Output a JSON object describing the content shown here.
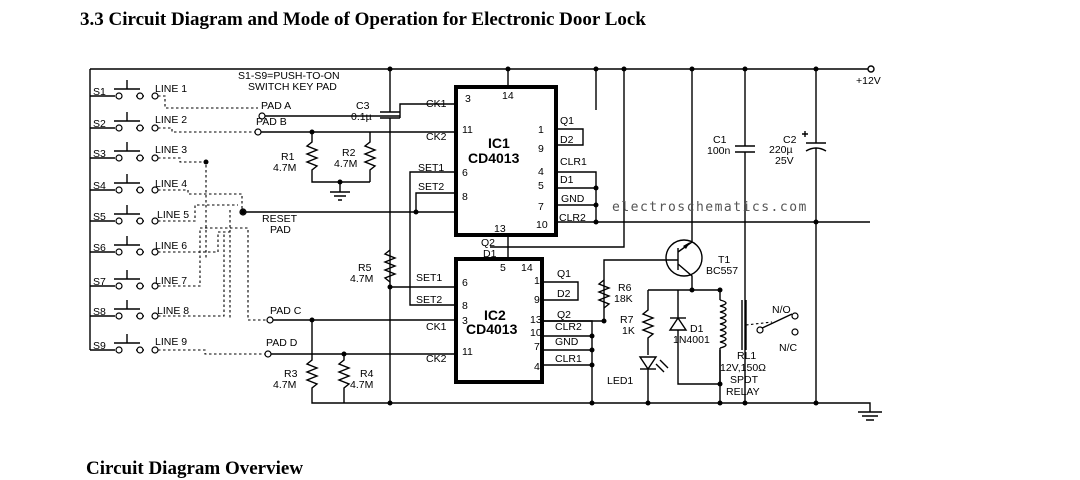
{
  "page": {
    "heading": "3.3 Circuit Diagram and Mode of Operation for Electronic Door Lock",
    "subheading": "Circuit Diagram Overview"
  },
  "diagram": {
    "watermark": "electroschematics.com",
    "supply": "+12V",
    "keypad": {
      "note_line1": "S1-S9=PUSH-TO-ON",
      "note_line2": "SWITCH KEY PAD",
      "switches": [
        "S1",
        "S2",
        "S3",
        "S4",
        "S5",
        "S6",
        "S7",
        "S8",
        "S9"
      ],
      "lines": [
        "LINE 1",
        "LINE 2",
        "LINE 3",
        "LINE 4",
        "LINE 5",
        "LINE 6",
        "LINE 7",
        "LINE 8",
        "LINE 9"
      ]
    },
    "pads": {
      "a": "PAD A",
      "b": "PAD B",
      "c": "PAD C",
      "d": "PAD D",
      "reset1": "RESET",
      "reset2": "PAD"
    },
    "components": {
      "c3": "C3",
      "c3_val": "0.1µ",
      "r1": "R1",
      "r1_val": "4.7M",
      "r2": "R2",
      "r2_val": "4.7M",
      "r3": "R3",
      "r3_val": "4.7M",
      "r4": "R4",
      "r4_val": "4.7M",
      "r5": "R5",
      "r5_val": "4.7M",
      "r6": "R6",
      "r6_val": "18K",
      "r7": "R7",
      "r7_val": "1K",
      "c1": "C1",
      "c1_val": "100n",
      "c2": "C2",
      "c2_val1": "220µ",
      "c2_val2": "25V",
      "t1": "T1",
      "t1_val": "BC557",
      "d1": "D1",
      "d1_val": "1N4001",
      "led": "LED1",
      "rl": "RL1",
      "rl_val1": "12V,150Ω",
      "rl_val2": "SPDT",
      "rl_val3": "RELAY",
      "no": "N/O",
      "nc": "N/C"
    },
    "ic1": {
      "name": "IC1",
      "part": "CD4013",
      "pins": {
        "p3": "3",
        "p14": "14",
        "p11": "11",
        "p1": "1",
        "p9": "9",
        "p6": "6",
        "p4": "4",
        "p5": "5",
        "p8": "8",
        "p7": "7",
        "p13": "13",
        "p10": "10"
      },
      "left": {
        "ck1": "CK1",
        "ck2": "CK2",
        "set1": "SET1",
        "set2": "SET2"
      },
      "right": {
        "q1": "Q1",
        "d2": "D2",
        "clr1": "CLR1",
        "d1": "D1",
        "gnd": "GND",
        "clr2": "CLR2"
      }
    },
    "ic2": {
      "name": "IC2",
      "part": "CD4013",
      "pins": {
        "p5": "5",
        "p14": "14",
        "p6": "6",
        "p1": "1",
        "p9": "9",
        "p8": "8",
        "p3": "3",
        "p13": "13",
        "p10": "10",
        "p7": "7",
        "p11": "11",
        "p4": "4"
      },
      "top": {
        "q2": "Q2",
        "d1": "D1"
      },
      "left": {
        "set1": "SET1",
        "set2": "SET2",
        "ck1": "CK1",
        "ck2": "CK2"
      },
      "right": {
        "q1": "Q1",
        "d2": "D2",
        "q2": "Q2",
        "clr2": "CLR2",
        "gnd": "GND",
        "clr1": "CLR1"
      }
    }
  }
}
